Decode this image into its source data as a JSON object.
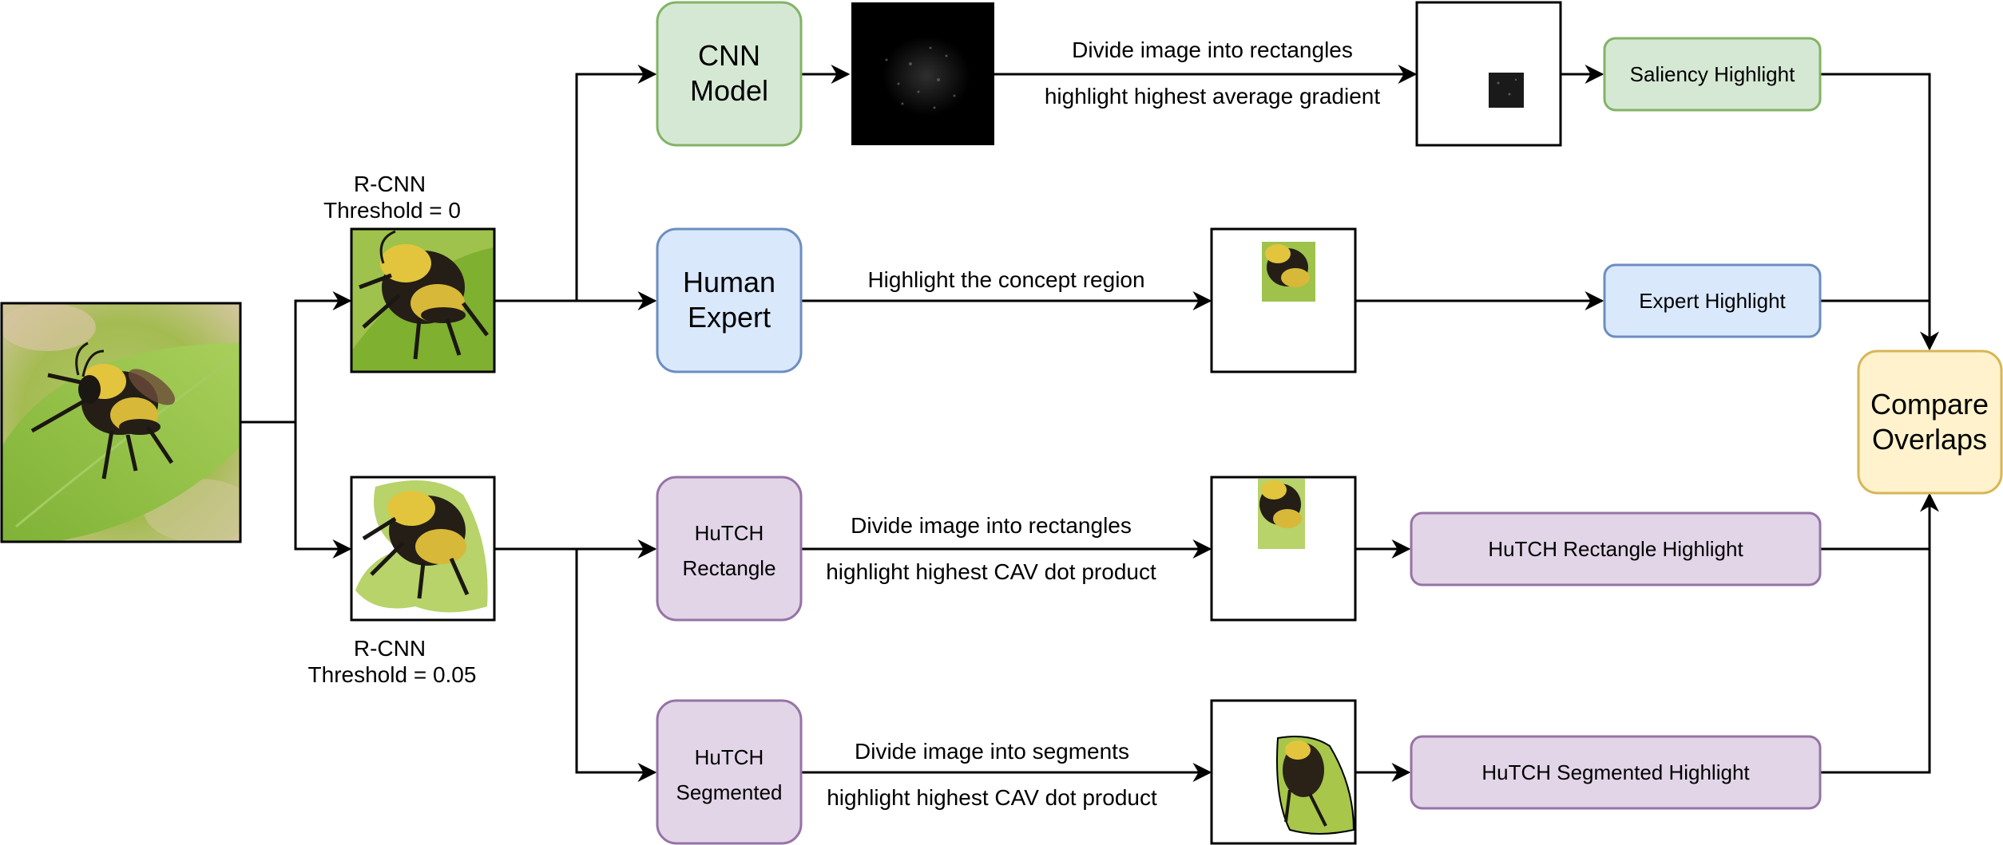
{
  "colors": {
    "green_fill": "#d5e8d4",
    "green_stroke": "#82b366",
    "blue_fill": "#dae8fc",
    "blue_stroke": "#6c8ebf",
    "purple_fill": "#e1d5e7",
    "purple_stroke": "#9673a6",
    "yellow_fill": "#fff2cc",
    "yellow_stroke": "#d6b656",
    "leaf": "#8fbf3a",
    "bee_yellow": "#e0c23a",
    "bee_dark": "#1e1a14"
  },
  "images": {
    "input_photo": "bumblebee-on-leaf-photo",
    "rcnn_crop_0": "bee-crop-with-background",
    "rcnn_crop_005": "bee-crop-segmented",
    "saliency_map": "saliency-gradient-map",
    "saliency_patch": "saliency-rectangle-patch",
    "expert_patch": "expert-concept-patch",
    "hutch_rect_patch": "hutch-rectangle-patch",
    "hutch_seg_patch": "hutch-segment-patch"
  },
  "labels": {
    "rcnn_top_line1": "R-CNN",
    "rcnn_top_line2": "Threshold = 0",
    "rcnn_bottom_line1": "R-CNN",
    "rcnn_bottom_line2": "Threshold = 0.05"
  },
  "nodes": {
    "cnn_model": {
      "line1": "CNN",
      "line2": "Model"
    },
    "human_expert": {
      "line1": "Human",
      "line2": "Expert"
    },
    "hutch_rectangle": {
      "line1": "HuTCH",
      "line2": "Rectangle"
    },
    "hutch_segmented": {
      "line1": "HuTCH",
      "line2": "Segmented"
    },
    "compare_overlaps": {
      "line1": "Compare",
      "line2": "Overlaps"
    }
  },
  "edges": {
    "cnn_line1": "Divide image into rectangles",
    "cnn_line2": "highlight highest average gradient",
    "expert": "Highlight the concept region",
    "rect_line1": "Divide image into rectangles",
    "rect_line2": "highlight highest CAV dot product",
    "seg_line1": "Divide image into segments",
    "seg_line2": "highlight highest CAV dot product"
  },
  "outputs": {
    "saliency": "Saliency Highlight",
    "expert": "Expert Highlight",
    "hutch_rect": "HuTCH Rectangle Highlight",
    "hutch_seg": "HuTCH Segmented Highlight"
  }
}
